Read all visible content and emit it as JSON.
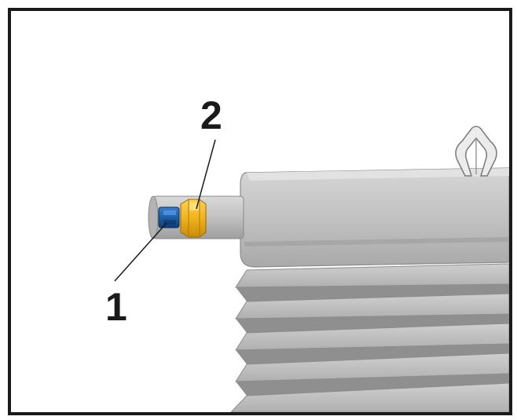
{
  "callouts": {
    "one": "1",
    "two": "2"
  },
  "parts": {
    "1": "blue-connector",
    "2": "yellow-nut"
  },
  "colors": {
    "frame": "#1a1a1a",
    "housing": "#b9b9b9",
    "connector": "#1f5fa8",
    "nut": "#f0b21e"
  }
}
